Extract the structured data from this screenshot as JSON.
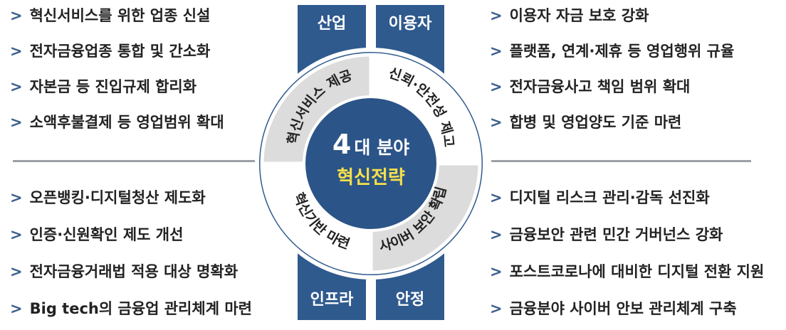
{
  "quadrants": {
    "industry": {
      "tag": "산업",
      "items": [
        "혁신서비스를 위한 업종 신설",
        "전자금융업종 통합 및 간소화",
        "자본금 등 진입규제 합리화",
        "소액후불결제 등 영업범위 확대"
      ]
    },
    "user": {
      "tag": "이용자",
      "items": [
        "이용자 자금 보호 강화",
        "플랫폼, 연계·제휴 등 영업행위 규율",
        "전자금융사고 책임 범위 확대",
        "합병 및 영업양도 기준 마련"
      ]
    },
    "infra": {
      "tag": "인프라",
      "items": [
        "오픈뱅킹·디지털청산 제도화",
        "인증·신원확인 제도 개선",
        "전자금융거래법 적용 대상 명확화",
        "Big tech의 금융업 관리체계 마련"
      ]
    },
    "stability": {
      "tag": "안정",
      "items": [
        "디지털 리스크 관리·감독 선진화",
        "금융보안 관련 민간 거버넌스 강화",
        "포스트코로나에 대비한 디지털 전환 지원",
        "금융분야 사이버 안보 관리체계 구축"
      ]
    }
  },
  "ring": {
    "top_left": "혁신서비스 제공",
    "top_right": "신뢰·안전성 제고",
    "bottom_left": "혁신기반 마련",
    "bottom_right": "사이버 보안 확립"
  },
  "center": {
    "number": "4",
    "line1_suffix": "대 분야",
    "line2": "혁신전략"
  },
  "bullet_glyph": ">",
  "colors": {
    "navy": "#2f5a8e",
    "center_navy": "#2b5488",
    "light_sector": "#dcdcdc",
    "center_text_yellow": "#f6e04a",
    "text": "#222222",
    "rule": "#9aa0a6"
  }
}
